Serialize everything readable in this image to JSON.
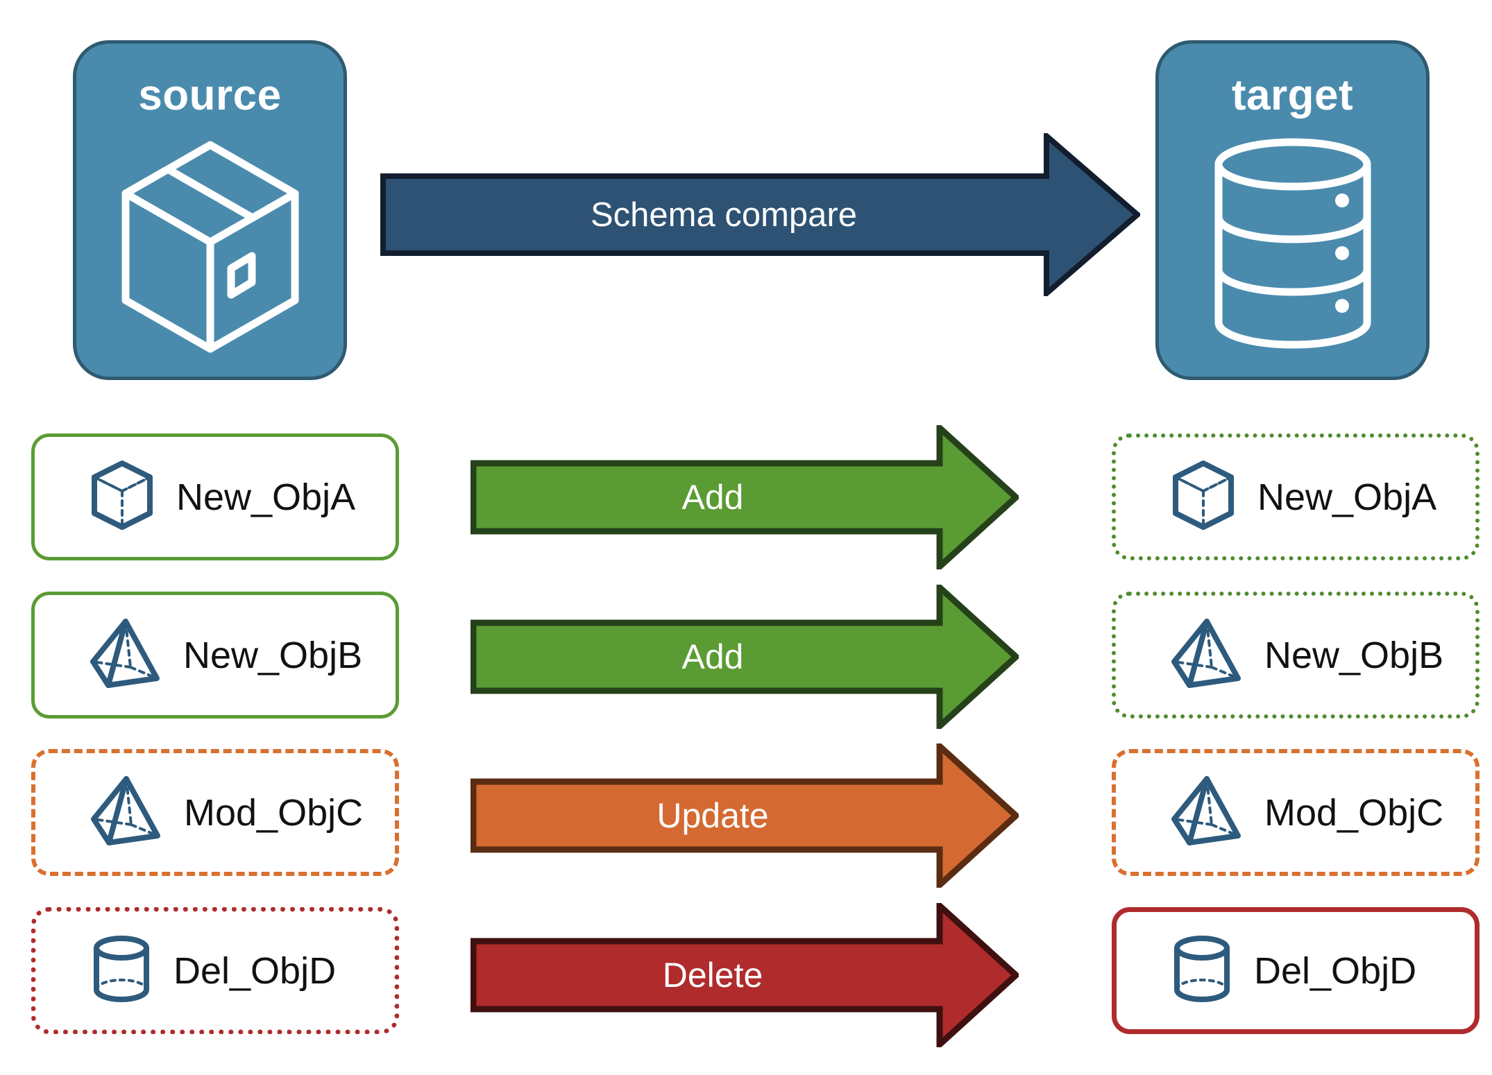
{
  "diagram": {
    "title_source": "source",
    "title_target": "target",
    "main_flow_label": "Schema compare"
  },
  "colors": {
    "endpoint_fill": "#4A8BAD",
    "endpoint_stroke": "#2F5B70",
    "schema_arrow_fill": "#2E5273",
    "schema_arrow_stroke": "#121E2E",
    "add_fill": "#5B9B33",
    "add_stroke": "#25411A",
    "update_fill": "#D46A32",
    "update_stroke": "#5A2C12",
    "delete_fill": "#B02B2B",
    "delete_stroke": "#3F1010",
    "object_icon": "#2E5B7D",
    "label_text": "#111111",
    "border_added": "#5B9B33",
    "border_modified": "#D9702F",
    "border_deleted": "#B02B2B"
  },
  "endpoints": {
    "source": {
      "label": "source",
      "icon": "package-box-icon"
    },
    "target": {
      "label": "target",
      "icon": "database-cylinder-icon"
    }
  },
  "rows": [
    {
      "action": "Add",
      "arrow_style": "add",
      "source": {
        "label": "New_ObjA",
        "icon": "cube-wireframe-icon",
        "border": "solid-green"
      },
      "target": {
        "label": "New_ObjA",
        "icon": "cube-wireframe-icon",
        "border": "dotted-green"
      }
    },
    {
      "action": "Add",
      "arrow_style": "add",
      "source": {
        "label": "New_ObjB",
        "icon": "pyramid-wireframe-icon",
        "border": "solid-green"
      },
      "target": {
        "label": "New_ObjB",
        "icon": "pyramid-wireframe-icon",
        "border": "dotted-green"
      }
    },
    {
      "action": "Update",
      "arrow_style": "update",
      "source": {
        "label": "Mod_ObjC",
        "icon": "pyramid-wireframe-icon",
        "border": "dashed-orange"
      },
      "target": {
        "label": "Mod_ObjC",
        "icon": "pyramid-wireframe-icon",
        "border": "dashed-orange"
      }
    },
    {
      "action": "Delete",
      "arrow_style": "delete",
      "source": {
        "label": "Del_ObjD",
        "icon": "cylinder-wireframe-icon",
        "border": "dotted-red"
      },
      "target": {
        "label": "Del_ObjD",
        "icon": "cylinder-wireframe-icon",
        "border": "solid-red"
      }
    }
  ]
}
